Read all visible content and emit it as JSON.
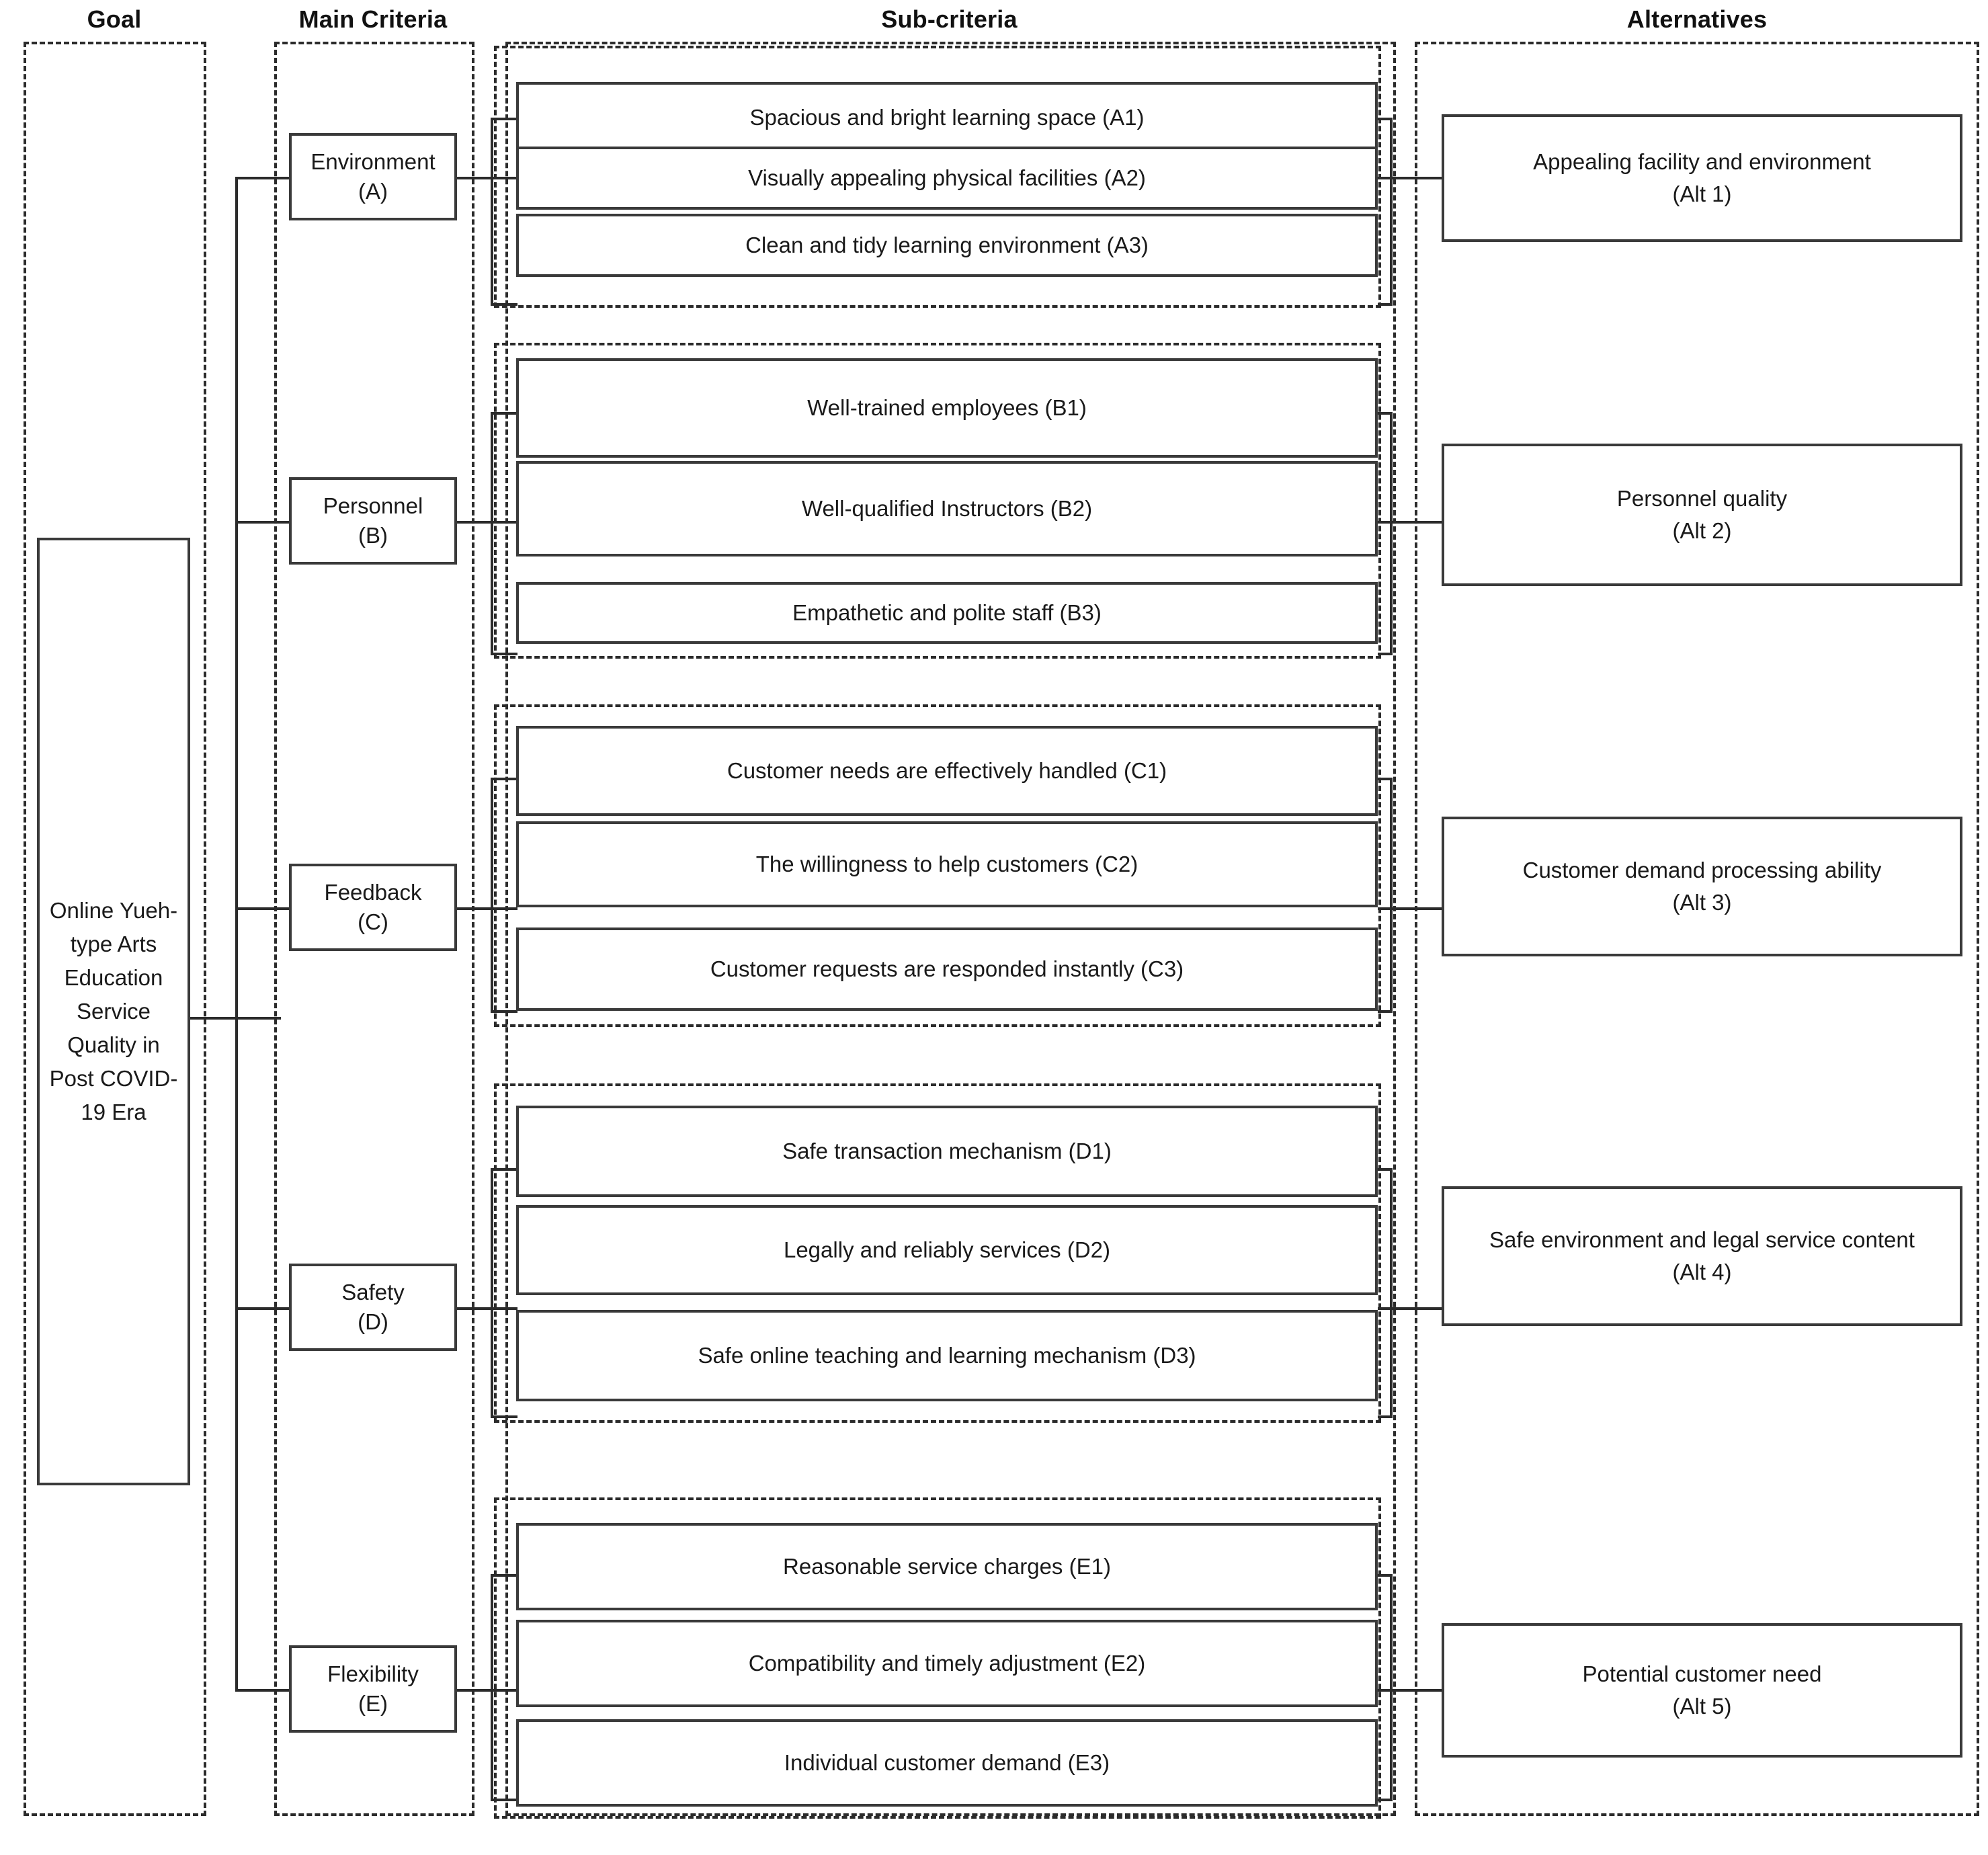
{
  "headers": [
    {
      "label": "Goal"
    },
    {
      "label": "Main Criteria"
    },
    {
      "label": "Sub-criteria"
    },
    {
      "label": "Alternatives"
    }
  ],
  "goal": {
    "label": "Online Yueh-type Arts Education Service Quality in Post COVID-19 Era"
  },
  "main_criteria": [
    {
      "label": "Environment\n(A)",
      "code": "A"
    },
    {
      "label": "Personnel\n(B)",
      "code": "B"
    },
    {
      "label": "Feedback\n(C)",
      "code": "C"
    },
    {
      "label": "Safety\n(D)",
      "code": "D"
    },
    {
      "label": "Flexibility\n(E)",
      "code": "E"
    }
  ],
  "sub_criteria": {
    "A": [
      {
        "label": "Spacious and bright learning space (A1)"
      },
      {
        "label": "Visually appealing physical facilities (A2)"
      },
      {
        "label": "Clean and tidy learning environment (A3)"
      }
    ],
    "B": [
      {
        "label": "Well-trained employees (B1)"
      },
      {
        "label": "Well-qualified Instructors (B2)"
      },
      {
        "label": "Empathetic and polite staff (B3)"
      }
    ],
    "C": [
      {
        "label": "Customer needs are effectively handled (C1)"
      },
      {
        "label": "The willingness to help customers (C2)"
      },
      {
        "label": "Customer requests are responded instantly (C3)"
      }
    ],
    "D": [
      {
        "label": "Safe transaction mechanism (D1)"
      },
      {
        "label": "Legally and reliably services (D2)"
      },
      {
        "label": "Safe online teaching and learning mechanism  (D3)"
      }
    ],
    "E": [
      {
        "label": "Reasonable service charges (E1)"
      },
      {
        "label": "Compatibility and timely adjustment (E2)"
      },
      {
        "label": "Individual customer demand (E3)"
      }
    ]
  },
  "alternatives": [
    {
      "label": "Appealing facility and environment\n(Alt 1)",
      "code": "Alt 1"
    },
    {
      "label": "Personnel quality\n(Alt 2)",
      "code": "Alt 2"
    },
    {
      "label": "Customer demand processing ability\n(Alt 3)",
      "code": "Alt 3"
    },
    {
      "label": "Safe environment and legal service content\n(Alt 4)",
      "code": "Alt 4"
    },
    {
      "label": "Potential customer need\n(Alt 5)",
      "code": "Alt 5"
    }
  ],
  "colors": {
    "line": "#2b2b2b",
    "box_border": "#3a3a3a",
    "text": "#1a1a1a",
    "background": "#ffffff"
  }
}
